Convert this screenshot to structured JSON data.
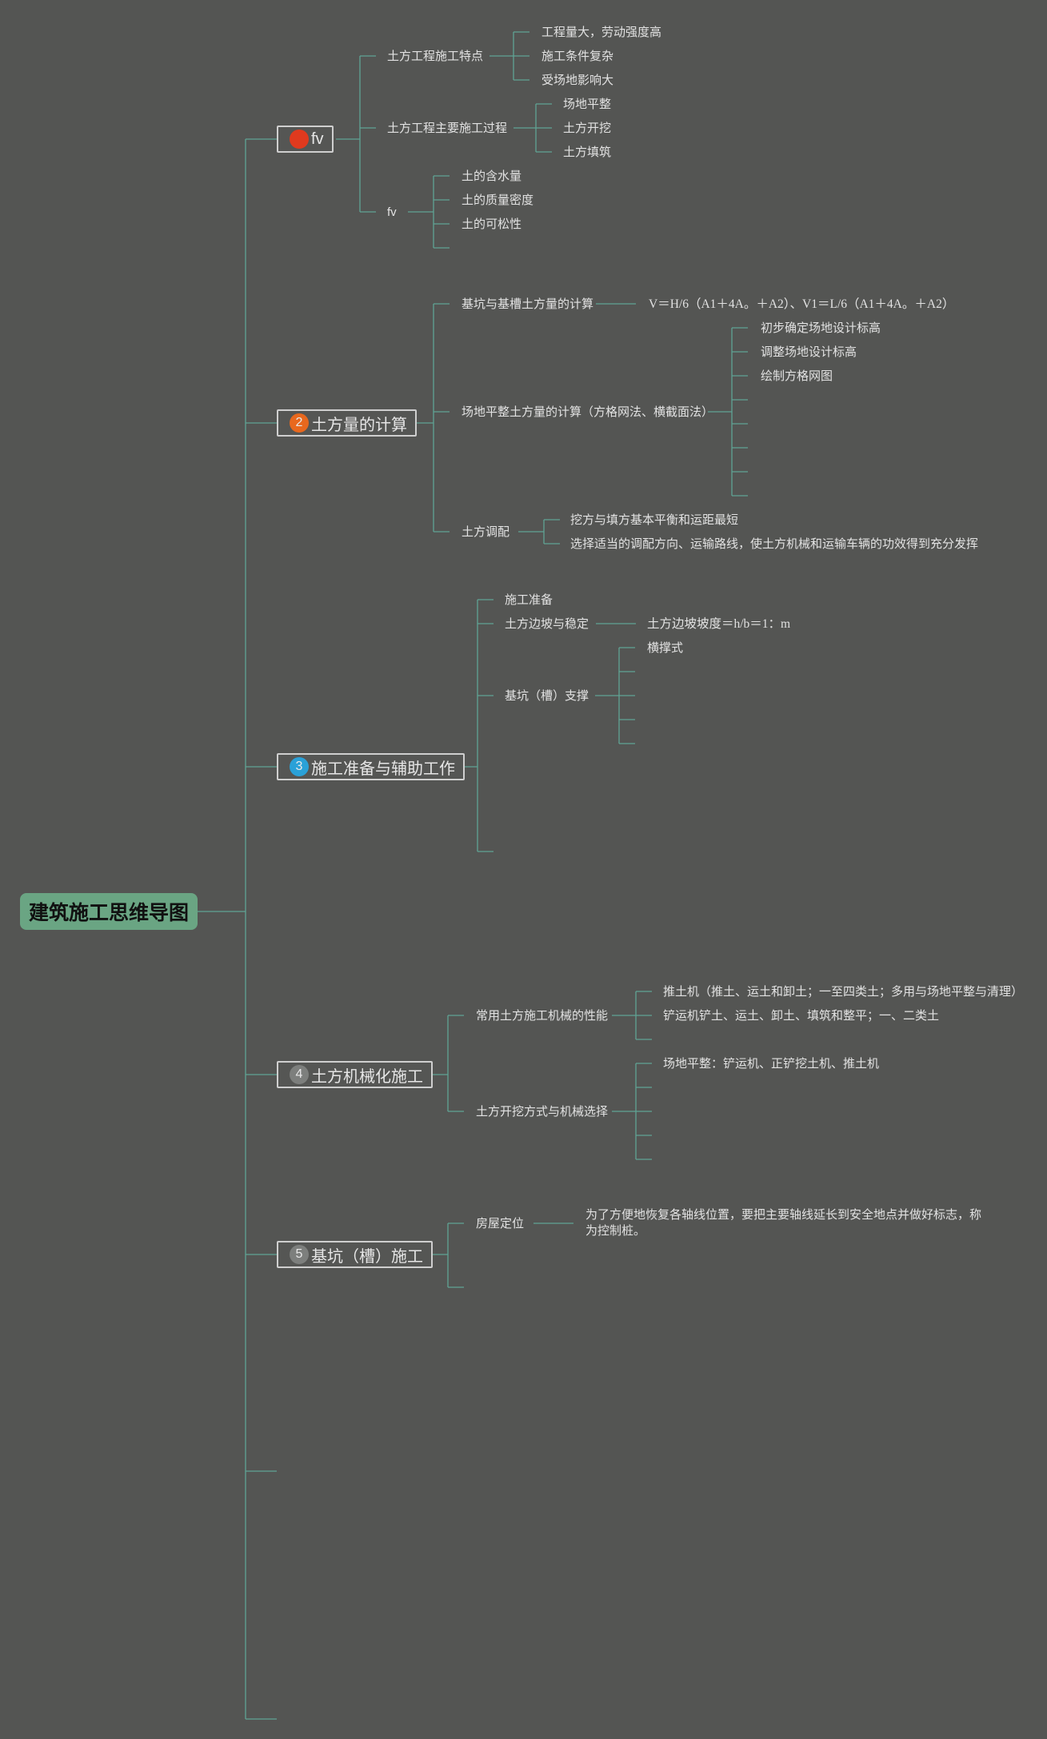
{
  "root": {
    "label": "建筑施工思维导图",
    "color": "#6aa583"
  },
  "line_color": "#5fa394",
  "branches": [
    {
      "badge": "",
      "badge_color": "#e03a1e",
      "label": "fv",
      "children": [
        {
          "label": "土方工程施工特点",
          "items": [
            "工程量大，劳动强度高",
            "施工条件复杂",
            "受场地影响大"
          ]
        },
        {
          "label": "土方工程主要施工过程",
          "items": [
            "场地平整",
            "土方开挖",
            "土方填筑"
          ]
        },
        {
          "label": "fv",
          "items": [
            "土的含水量",
            "土的质量密度",
            "土的可松性"
          ]
        }
      ]
    },
    {
      "badge": "2",
      "badge_color": "#e8681e",
      "label": "土方量的计算",
      "children": [
        {
          "label": "基坑与基槽土方量的计算",
          "items": [
            "V＝H/6（A1＋4A。＋A2）、V1＝L/6（A1＋4A。＋A2）"
          ]
        },
        {
          "label": "场地平整土方量的计算（方格网法、横截面法）",
          "items": [
            "初步确定场地设计标高",
            "调整场地设计标高",
            "绘制方格网图"
          ]
        },
        {
          "label": "土方调配",
          "items": [
            "挖方与填方基本平衡和运距最短",
            "选择适当的调配方向、运输路线，使土方机械和运输车辆的功效得到充分发挥"
          ]
        }
      ]
    },
    {
      "badge": "3",
      "badge_color": "#2aa1d8",
      "label": "施工准备与辅助工作",
      "children": [
        {
          "label": "施工准备",
          "items": []
        },
        {
          "label": "土方边坡与稳定",
          "items": [
            "土方边坡坡度＝h/b＝1：m"
          ]
        },
        {
          "label": "基坑（槽）支撑",
          "items": [
            "横撑式"
          ]
        }
      ]
    },
    {
      "badge": "4",
      "badge_color": "#7d7f7d",
      "label": "土方机械化施工",
      "children": [
        {
          "label": "常用土方施工机械的性能",
          "items": [
            "推土机（推土、运土和卸土；一至四类土；多用与场地平整与清理）",
            "铲运机铲土、运土、卸土、填筑和整平；一、二类土"
          ]
        },
        {
          "label": "土方开挖方式与机械选择",
          "items": [
            "场地平整：铲运机、正铲挖土机、推土机"
          ]
        }
      ]
    },
    {
      "badge": "5",
      "badge_color": "#7d7f7d",
      "label": "基坑（槽）施工",
      "children": [
        {
          "label": "房屋定位",
          "items": [
            "为了方便地恢复各轴线位置，要把主要轴线延长到安全地点并做好标志，称为控制桩。"
          ]
        }
      ]
    }
  ]
}
